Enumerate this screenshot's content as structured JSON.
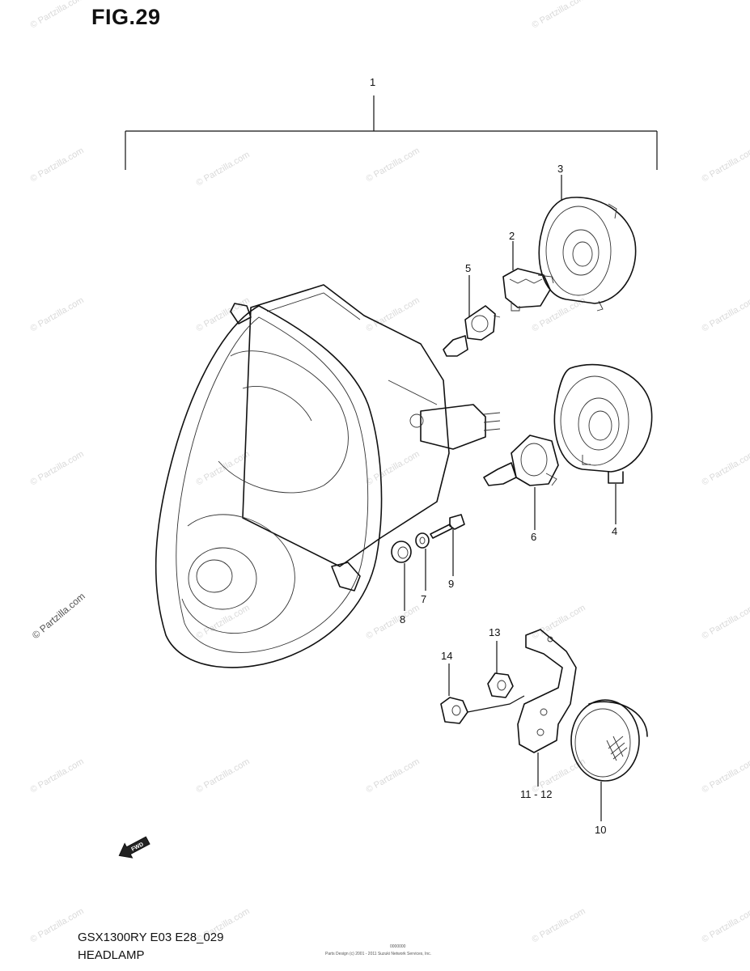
{
  "figure": {
    "title": "FIG.29",
    "code": "GSX1300RY E03 E28_029",
    "name": "HEADLAMP",
    "fine_print_1": "0000000",
    "fine_print_2": "Parts Design (c) 2001 - 2011 Suzuki Network Services, Inc."
  },
  "watermark": {
    "text": "© Partzilla.com"
  },
  "callouts": {
    "c1": "1",
    "c2": "2",
    "c3": "3",
    "c4": "4",
    "c5": "5",
    "c6": "6",
    "c7": "7",
    "c8": "8",
    "c9": "9",
    "c10": "10",
    "c11": "11 - 12",
    "c13": "13",
    "c14": "14"
  },
  "fwd_icon": {
    "label": "FWD"
  }
}
